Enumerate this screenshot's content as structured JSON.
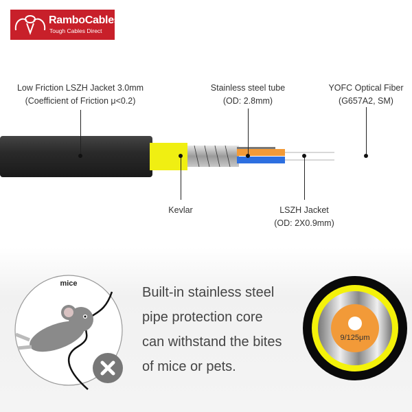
{
  "logo": {
    "brand": "RamboCables",
    "tagline": "Tough Cables Direct"
  },
  "labels": {
    "jacket": {
      "line1": "Low Friction LSZH Jacket 3.0mm",
      "line2": "(Coefficient of Friction  μ<0.2)"
    },
    "tube": {
      "line1": "Stainless steel tube",
      "line2": "(OD: 2.8mm)"
    },
    "fiber": {
      "line1": "YOFC Optical Fiber",
      "line2": "(G657A2, SM)"
    },
    "kevlar": {
      "line1": "Kevlar"
    },
    "lszh": {
      "line1": "LSZH Jacket",
      "line2": "(OD: 2X0.9mm)"
    }
  },
  "mice_panel": {
    "title": "mice"
  },
  "claim": {
    "lines": [
      "Built-in stainless steel",
      "pipe protection core",
      "can withstand the bites",
      "of mice or pets."
    ]
  },
  "cross_section": {
    "label": "9/125μm"
  },
  "colors": {
    "brand": "#c8202a",
    "jacket": "#2b2b2b",
    "kevlar": "#f2f20a",
    "steel": "#a8a8a8",
    "orange": "#f29a38",
    "blue": "#2d6fe0"
  }
}
